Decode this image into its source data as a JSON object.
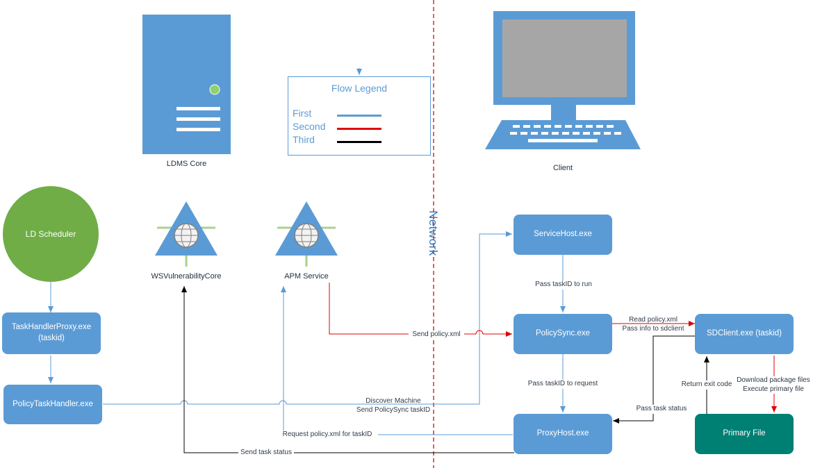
{
  "network_label": "Network",
  "icons": {
    "server": {
      "label": "LDMS Core",
      "icon": "server-icon"
    },
    "client": {
      "label": "Client",
      "icon": "laptop-icon"
    },
    "ws_core": {
      "label": "WSVulnerabilityCore",
      "icon": "web-service-icon"
    },
    "apm": {
      "label": "APM Service",
      "icon": "web-service-icon"
    }
  },
  "legend": {
    "title": "Flow Legend",
    "items": [
      {
        "label": "First",
        "color": "#5b9bd5"
      },
      {
        "label": "Second",
        "color": "#e00000"
      },
      {
        "label": "Third",
        "color": "#000000"
      }
    ]
  },
  "nodes": {
    "scheduler": "LD Scheduler",
    "task_handler_proxy": "TaskHandlerProxy.exe\n(taskid)",
    "policy_task_handler": "PolicyTaskHandler.exe",
    "service_host": "ServiceHost.exe",
    "policy_sync": "PolicySync.exe",
    "proxy_host": "ProxyHost.exe",
    "sd_client": "SDClient.exe (taskid)",
    "primary_file": "Primary File"
  },
  "edge_labels": {
    "pass_taskid_run": "Pass taskID to run",
    "send_policy": "Send policy.xml",
    "read_policy": "Read policy.xml\nPass info to sdclient",
    "pass_taskid_request": "Pass taskID to request",
    "discover": "Discover Machine\nSend PolicySync taskID",
    "request_policy": "Request policy.xml for taskID",
    "send_status": "Send task status",
    "pass_status": "Pass task status",
    "return_exit": "Return exit code",
    "download": "Download package files\nExecute primary file"
  },
  "colors": {
    "blue": "#5b9bd5",
    "green": "#70ad47",
    "teal": "#007f73",
    "red": "#e00000",
    "black": "#000000",
    "network_line": "#d92b2b"
  }
}
